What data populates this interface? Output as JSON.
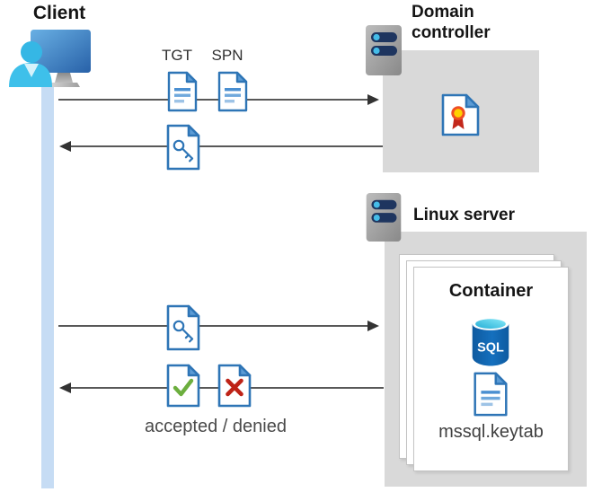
{
  "client": {
    "label": "Client"
  },
  "domain_controller": {
    "label": "Domain controller"
  },
  "linux_server": {
    "label": "Linux server"
  },
  "container": {
    "label": "Container",
    "sql_badge": "SQL",
    "keytab_file": "mssql.keytab"
  },
  "messages": {
    "tgt": "TGT",
    "spn": "SPN",
    "result": "accepted / denied"
  },
  "icons": {
    "client": "user-workstation-icon",
    "domain_controller": "server-icon",
    "linux_server": "server-icon",
    "tgt": "document-icon",
    "spn": "document-icon",
    "service_ticket": "key-document-icon",
    "accepted": "check-document-icon",
    "denied": "cross-document-icon",
    "certificate": "certificate-document-icon",
    "database": "sql-database-icon",
    "keytab": "keytab-document-icon"
  },
  "colors": {
    "node_box": "#d9d9d9",
    "document_border": "#2e75b6",
    "document_fold": "#5b9bd5",
    "arrow": "#404040",
    "lifeline": "#c6dcf4",
    "check_green": "#6cae3e",
    "cross_red": "#be2317",
    "cert_yellow": "#ffd100",
    "cert_ring_orange": "#ef4e23",
    "cert_ribbon_red": "#c3271b",
    "sql_body_blue": "#1266af",
    "sql_top_cyan": "#49c8ef",
    "server_bar_navy": "#1e355f",
    "server_dot_blue": "#45bce8",
    "person_cyan": "#3ec0ea",
    "monitor_blue": "#2861a8"
  }
}
